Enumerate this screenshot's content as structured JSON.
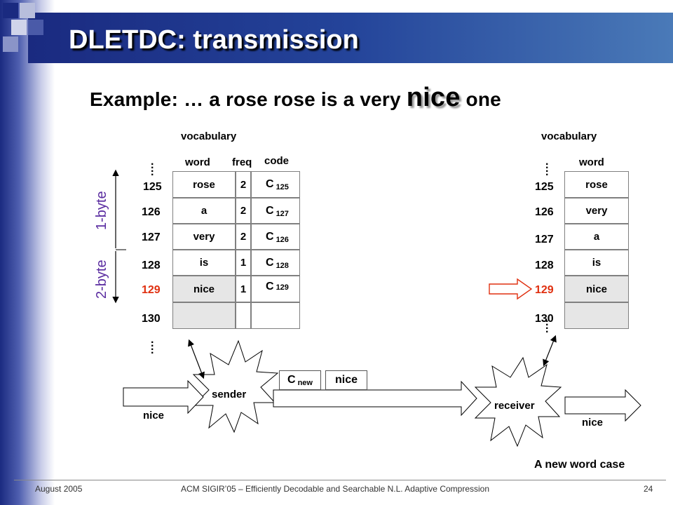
{
  "slide": {
    "title": "DLETDC: transmission",
    "example": {
      "prefix": "Example: … a rose rose is a very ",
      "highlight": "nice",
      "suffix": " one"
    }
  },
  "sender_table": {
    "caption": "vocabulary",
    "headers": {
      "word": "word",
      "freq": "freq",
      "code": "code"
    },
    "rows": [
      {
        "index": "125",
        "word": "rose",
        "freq": "2",
        "code": "C",
        "code_sub": "125"
      },
      {
        "index": "126",
        "word": "a",
        "freq": "2",
        "code": "C",
        "code_sub": "127"
      },
      {
        "index": "127",
        "word": "very",
        "freq": "2",
        "code": "C",
        "code_sub": "126"
      },
      {
        "index": "128",
        "word": "is",
        "freq": "1",
        "code": "C",
        "code_sub": "128"
      },
      {
        "index": "129",
        "word": "nice",
        "freq": "1",
        "code": "C",
        "code_sub": "129"
      },
      {
        "index": "130",
        "word": "",
        "freq": "",
        "code": "",
        "code_sub": ""
      }
    ],
    "labels": {
      "one_byte": "1-byte",
      "two_byte": "2-byte"
    }
  },
  "receiver_table": {
    "caption": "vocabulary",
    "header_word": "word",
    "rows": [
      {
        "index": "125",
        "word": "rose"
      },
      {
        "index": "126",
        "word": "very"
      },
      {
        "index": "127",
        "word": "a"
      },
      {
        "index": "128",
        "word": "is"
      },
      {
        "index": "129",
        "word": "nice"
      },
      {
        "index": "130",
        "word": ""
      }
    ]
  },
  "flow": {
    "sender": "sender",
    "receiver": "receiver",
    "input_word": "nice",
    "output_word": "nice",
    "message_code": "C",
    "message_code_sub": "new",
    "message_word": "nice",
    "caption": "A new word case"
  },
  "footer": {
    "date": "August 2005",
    "center": "ACM SIGIR’05 – Efficiently Decodable and Searchable N.L. Adaptive Compression",
    "page": "24"
  },
  "colors": {
    "title_bar": "#1a2a80",
    "highlight_index": "#e03010",
    "byte_label": "#5a2ca0"
  }
}
